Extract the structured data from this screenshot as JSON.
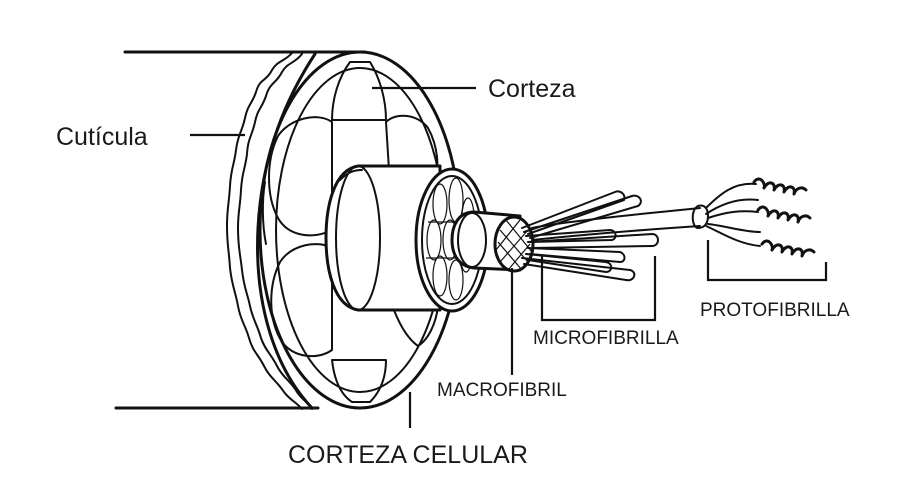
{
  "labels": {
    "cuticula": "Cutícula",
    "corteza": "Corteza",
    "corteza_celular": "CORTEZA CELULAR",
    "macrofibril": "MACROFIBRIL",
    "microfibrilla": "MICROFIBRILLA",
    "protofibrilla": "PROTOFIBRILLA"
  }
}
